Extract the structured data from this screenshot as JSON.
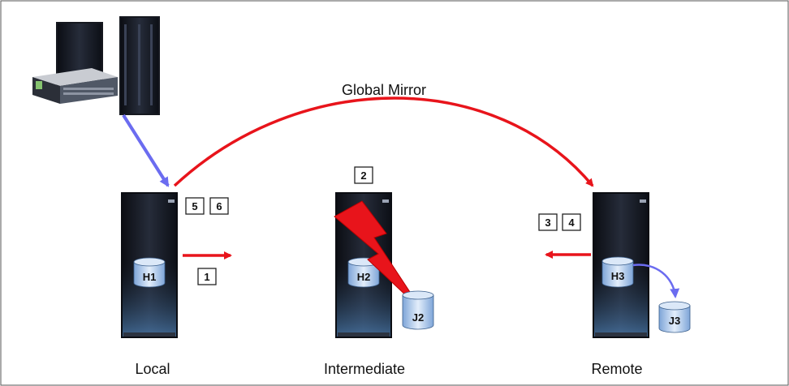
{
  "diagram": {
    "title": "Global Mirror",
    "sites": {
      "local": "Local",
      "intermediate": "Intermediate",
      "remote": "Remote"
    },
    "volumes": {
      "h1": "H1",
      "h2": "H2",
      "h3": "H3",
      "j2": "J2",
      "j3": "J3"
    },
    "steps": {
      "s1": "1",
      "s2": "2",
      "s3": "3",
      "s4": "4",
      "s5": "5",
      "s6": "6"
    },
    "colors": {
      "replication_arrow": "#e8141b",
      "host_arrow": "#6b6cf0",
      "lightning": "#e8141b",
      "storage_body": "#1d2230"
    }
  }
}
